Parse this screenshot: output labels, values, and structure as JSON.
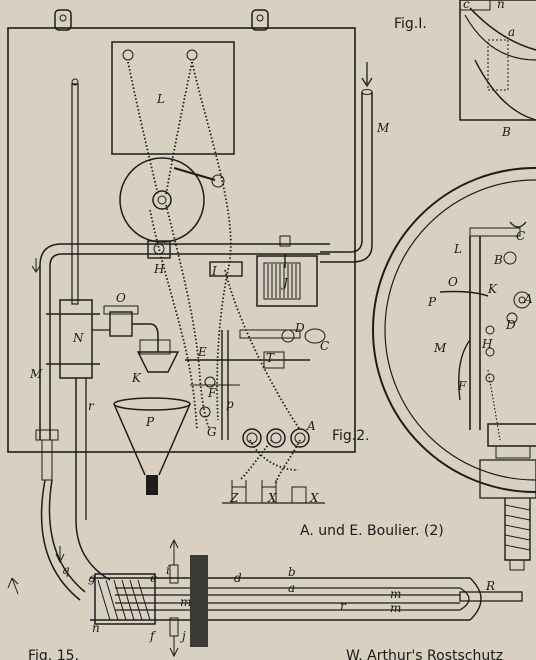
{
  "figure_labels": {
    "fig1": "Fig.I.",
    "fig2": "Fig.2.",
    "fig15_partial": "Fig. 15.",
    "credit": "A. und E. Boulier. (2)",
    "bottom_caption_partial": "W. Arthur's Rostschutz"
  },
  "letters_fig2": [
    "L",
    "M",
    "H",
    "I",
    "J",
    "O",
    "N",
    "K",
    "E",
    "F",
    "G",
    "D",
    "T",
    "C",
    "P",
    "p",
    "A",
    "r",
    "M",
    "Z",
    "X",
    "X"
  ],
  "letters_fig1_right": [
    "L",
    "C",
    "B",
    "O",
    "P",
    "K",
    "A",
    "D",
    "M",
    "H",
    "F"
  ],
  "letters_top_right": [
    "a",
    "B",
    "c",
    "n"
  ],
  "letters_bottom": [
    "q",
    "g",
    "e",
    "i",
    "d",
    "b",
    "a",
    "m",
    "R",
    "r",
    "n",
    "f",
    "j",
    "m",
    "m"
  ],
  "ink_color": "#1d1d1d",
  "paper_color": "#d8d1c1"
}
